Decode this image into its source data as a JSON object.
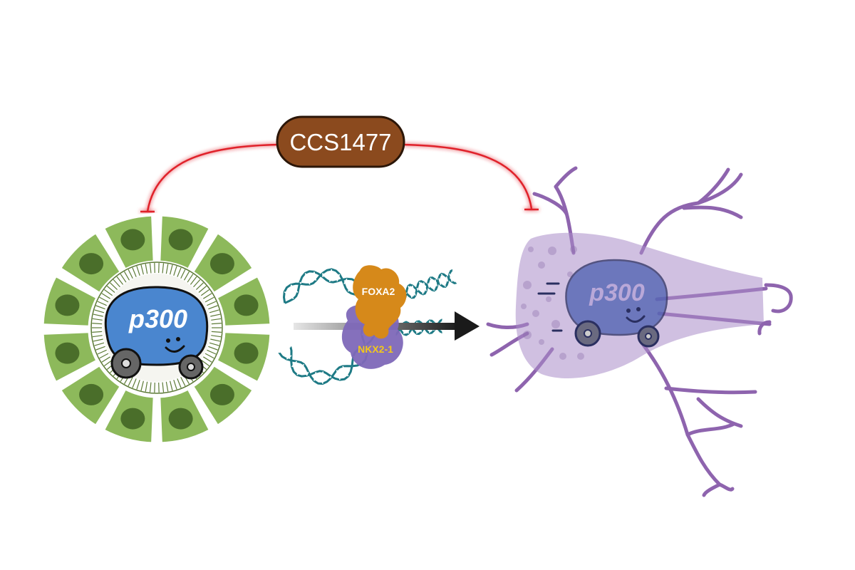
{
  "drug": {
    "label": "CCS1477"
  },
  "left_cell": {
    "protein_label": "p300"
  },
  "right_cell": {
    "protein_label": "p300"
  },
  "dna_complex": {
    "factor_top": "FOXA2",
    "factor_bottom": "NKX2-1"
  },
  "colors": {
    "drug_badge": "#8B4A1E",
    "inhibition_line": "#E0202A",
    "epithelial_cell": "#8DB95B",
    "epithelial_nucleus": "#4A6E2A",
    "p300_blue": "#4A86CF",
    "foxa2": "#D6891A",
    "nkx2_1": "#7E68B8",
    "dna": "#1E7A85",
    "neuron": "#9B73B5"
  }
}
